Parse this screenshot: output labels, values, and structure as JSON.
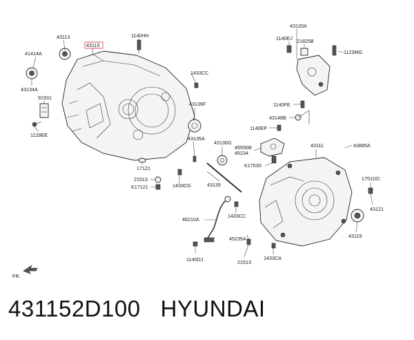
{
  "diagram": {
    "labels": {
      "l43113": "43113",
      "l43115": "43115",
      "l1140HH": "1140HH",
      "l41414A": "41414A",
      "l43134A": "43134A",
      "l91931": "91931",
      "l1129EE": "1129EE",
      "l1433CC_a": "1433CC",
      "l43136F": "43136F",
      "l43135A": "43135A",
      "l17121": "17121",
      "l21513_a": "21513",
      "lK17121": "K17121",
      "l1433CG": "1433CG",
      "l43120A": "43120A",
      "l1140EJ": "1140EJ",
      "l21825B": "21825B",
      "l1123MG": "1123MG",
      "l1140FE": "1140FE",
      "l43148B": "43148B",
      "l1140EP": "1140EP",
      "l43136G": "43136G",
      "l45556B": "45556B",
      "l45234": "45234",
      "l43111": "43111",
      "l43885A": "43885A",
      "lK17530": "K17530",
      "l43135": "43135",
      "l1751DD": "1751DD",
      "l43121": "43121",
      "l46210A": "46210A",
      "l1433CC_b": "1433CC",
      "l45235A": "45235A",
      "l43119": "43119",
      "l1140DJ": "1140DJ",
      "l21513_b": "21513",
      "l1433CA": "1433CA",
      "lFR": "FR."
    }
  },
  "caption": {
    "part_number": "431152D100",
    "brand": "HYUNDAI"
  },
  "colors": {
    "highlight": "#e0575f",
    "ink": "#1a1a1a"
  }
}
